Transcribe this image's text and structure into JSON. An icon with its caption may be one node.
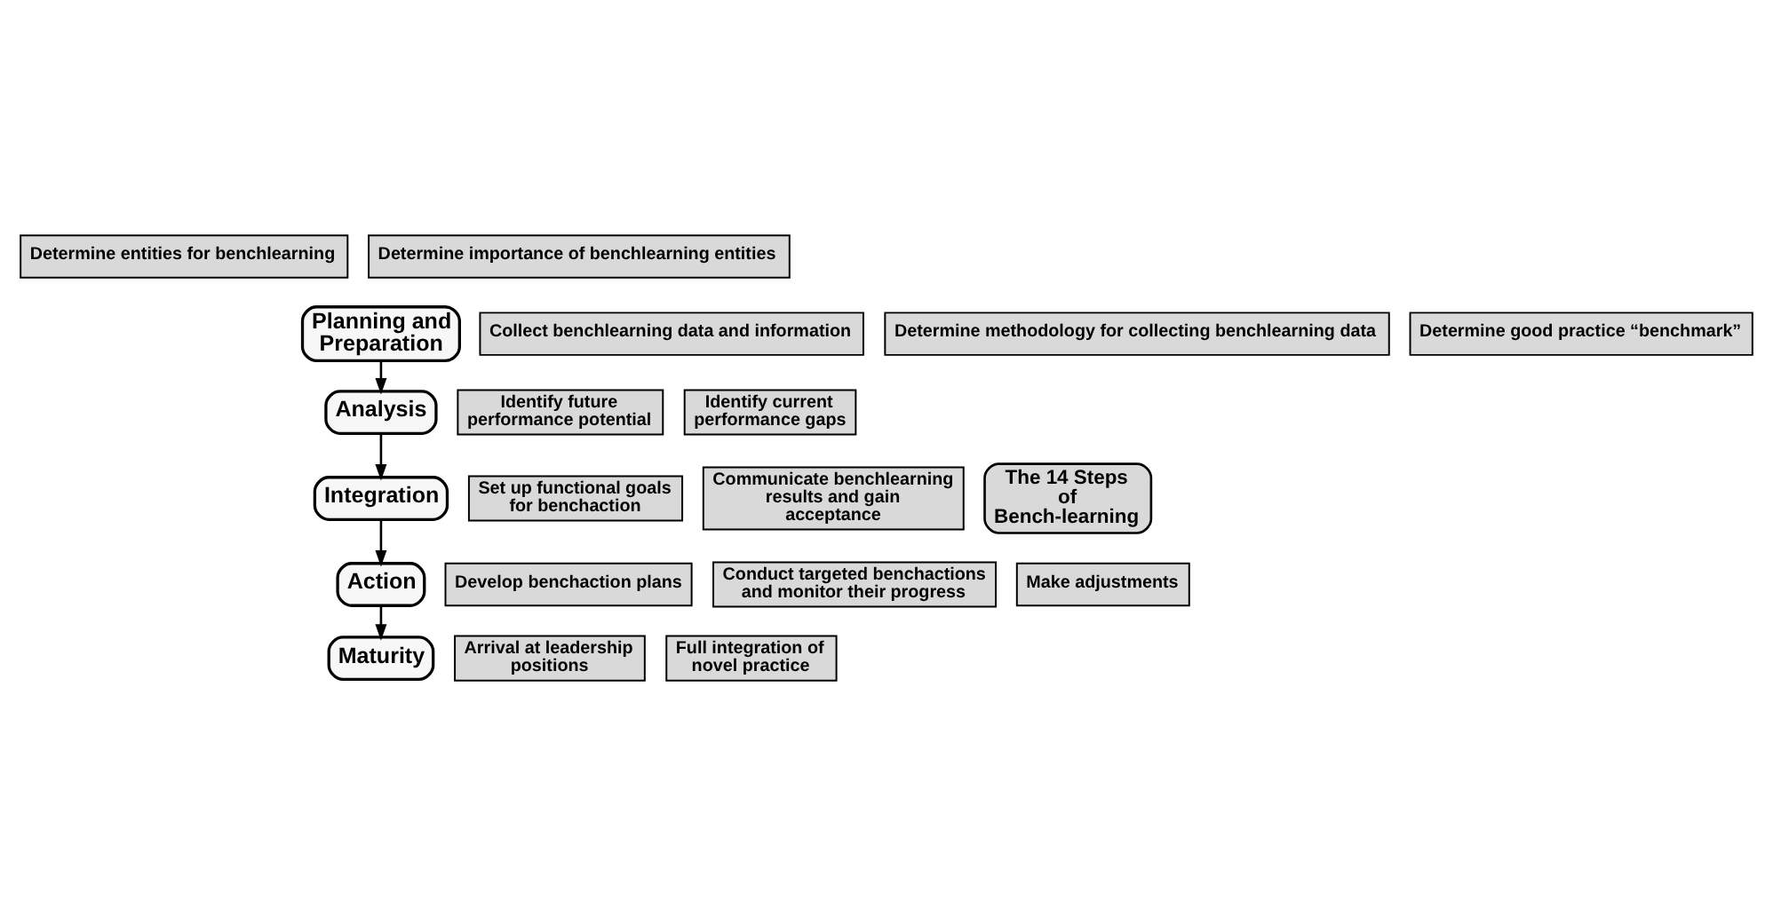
{
  "diagram": {
    "nodes": [
      {
        "text": [
          "Determine entities for benchlearning"
        ]
      },
      {
        "text": [
          "Determine importance of benchlearning entities"
        ]
      },
      {
        "text": [
          "Determine good practice “benchmark”"
        ]
      },
      {
        "text": [
          "Determine methodology for collecting benchlearning data"
        ]
      },
      {
        "text": [
          "Planning and Preparation"
        ]
      },
      {
        "text": [
          "Collect benchlearning data and information"
        ]
      },
      {
        "text": [
          "Full integration of novel practice"
        ]
      },
      {
        "text": [
          "Arrival at leadership positions"
        ]
      },
      {
        "text": [
          "Maturity"
        ]
      },
      {
        "text": [
          "The 14 Steps of Bench-learning"
        ]
      },
      {
        "text": [
          "Analysis"
        ]
      },
      {
        "text": [
          "Identify current performance gaps"
        ]
      },
      {
        "text": [
          "Identify future performance potential"
        ]
      },
      {
        "text": [
          "Make adjustments"
        ]
      },
      {
        "text": [
          "Communicate benchlearning results and gain acceptance"
        ]
      },
      {
        "text": [
          "Conduct targeted benchactions and monitor their progress"
        ]
      },
      {
        "text": [
          "Action"
        ]
      },
      {
        "text": [
          "Integration"
        ]
      },
      {
        "text": [
          "Develop benchaction plans"
        ]
      },
      {
        "text": [
          "Set up functional goals for benchaction"
        ]
      }
    ],
    "edges": [
      {
        "from": 4,
        "to": 10,
        "arrow": "to"
      },
      {
        "from": 10,
        "to": 17,
        "arrow": "to"
      },
      {
        "from": 17,
        "to": 16,
        "arrow": "to"
      },
      {
        "from": 16,
        "to": 8,
        "arrow": "to"
      }
    ]
  }
}
